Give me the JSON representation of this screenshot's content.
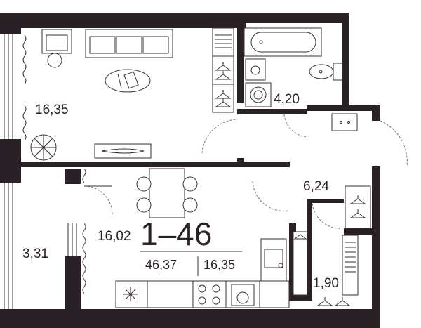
{
  "apartment": {
    "number": "1–46",
    "total_area": "46,37",
    "living_area": "16,35"
  },
  "rooms": {
    "living_room": "16,35",
    "bathroom": "4,20",
    "hallway": "6,24",
    "kitchen": "16,02",
    "balcony": "3,31",
    "wardrobe": "1,90"
  },
  "colors": {
    "walls": "#2a2126",
    "lines": "#3a3035"
  },
  "icons": {
    "wardrobe_hanger": "hanger-icon",
    "fridge": "snowflake-icon"
  }
}
